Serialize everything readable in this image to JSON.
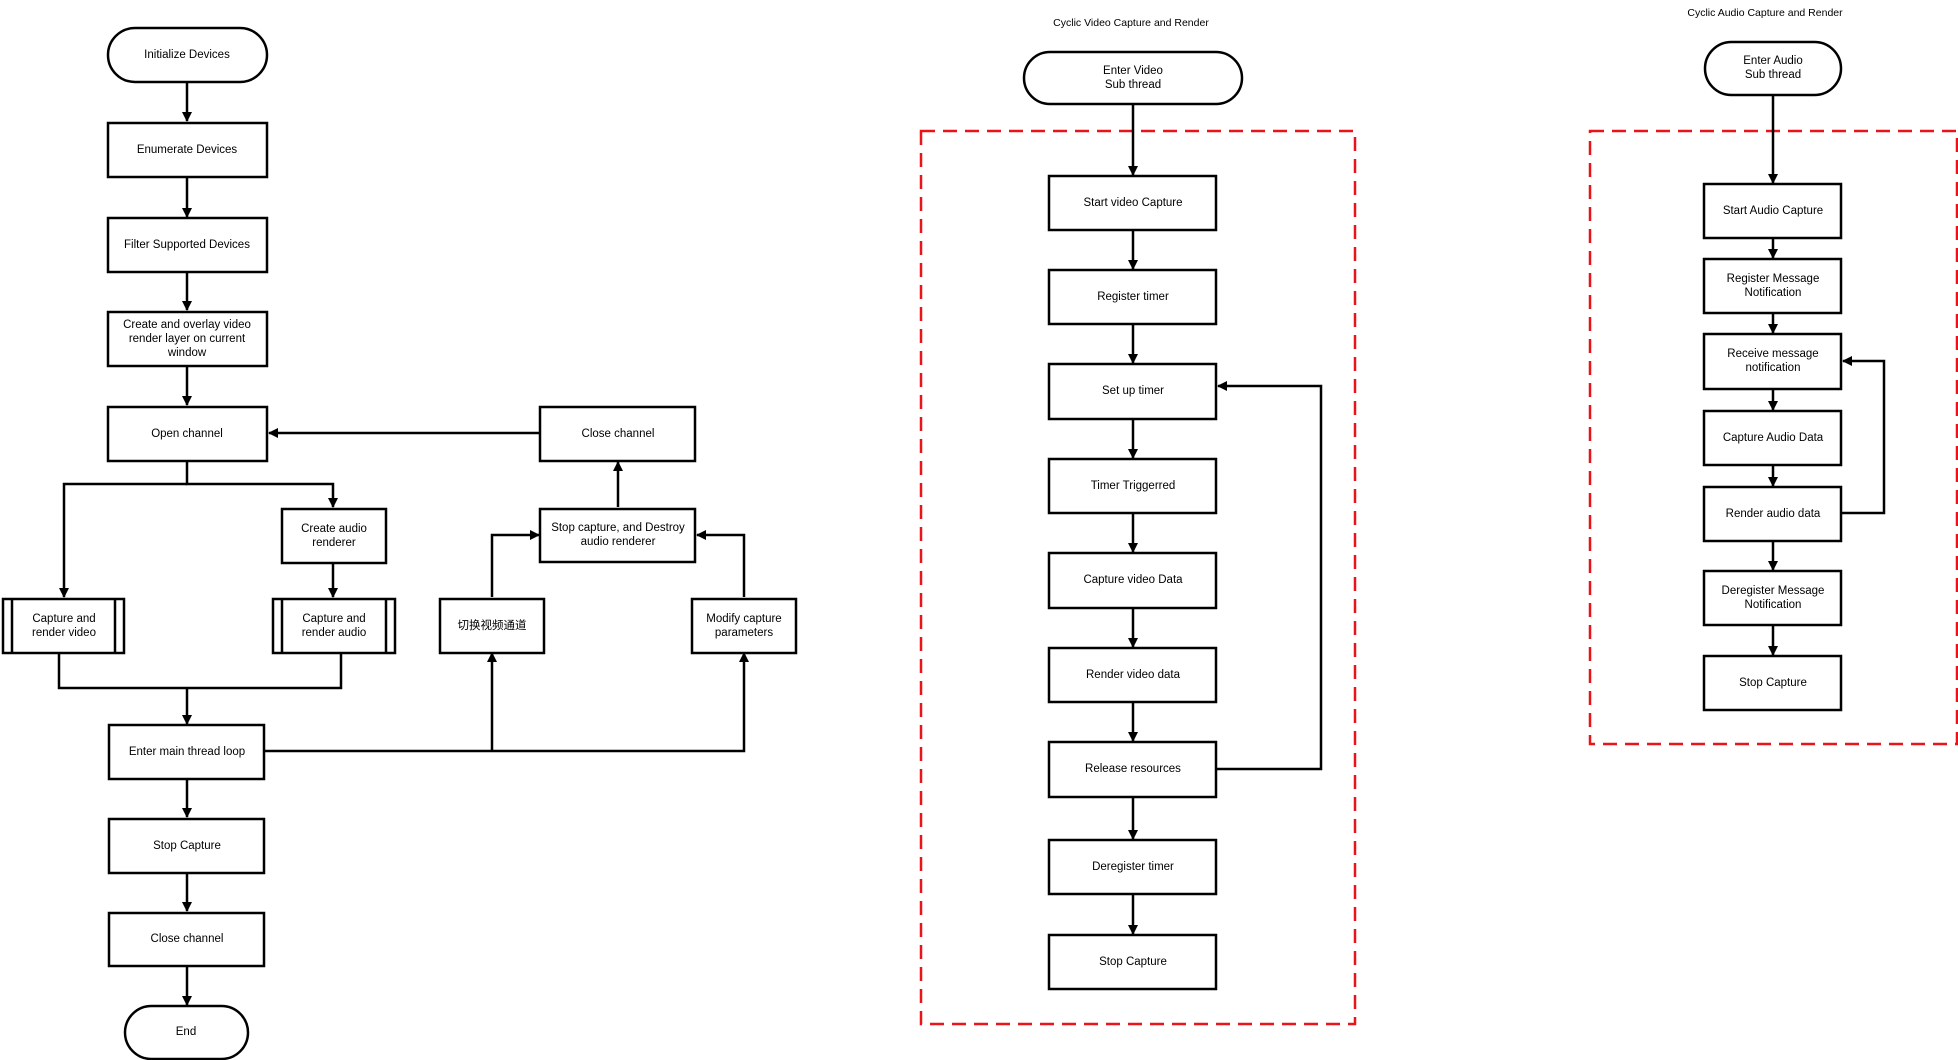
{
  "flow_main": {
    "nodes": {
      "init": "Initialize Devices",
      "enumerate": "Enumerate Devices",
      "filter": "Filter Supported Devices",
      "create_layer": "Create and overlay video\nrender layer on current\nwindow",
      "open_channel": "Open channel",
      "close_channel_top": "Close channel",
      "create_audio_renderer": "Create audio\nrenderer",
      "stop_destroy": "Stop capture, and Destroy\naudio renderer",
      "capture_render_video": "Capture and\nrender video",
      "capture_render_audio": "Capture and\nrender audio",
      "switch_channel": "切换视频通道",
      "modify_params": "Modify capture\nparameters",
      "main_loop": "Enter main thread loop",
      "stop_capture": "Stop Capture",
      "close_channel": "Close channel",
      "end": "End"
    }
  },
  "flow_video": {
    "title": "Cyclic Video Capture and Render",
    "nodes": {
      "enter": "Enter Video\nSub thread",
      "start": "Start video Capture",
      "register": "Register timer",
      "setup": "Set up  timer",
      "triggered": "Timer Triggerred",
      "capture": "Capture video Data",
      "render": "Render video data",
      "release": "Release resources",
      "deregister": "Deregister timer",
      "stop": "Stop Capture"
    }
  },
  "flow_audio": {
    "title": "Cyclic Audio Capture and Render",
    "nodes": {
      "enter": "Enter Audio\nSub thread",
      "start": "Start Audio Capture",
      "register": "Register Message\nNotification",
      "receive": "Receive message\nnotification",
      "capture": "Capture Audio Data",
      "render": "Render audio data",
      "deregister": "Deregister Message\nNotification",
      "stop": "Stop Capture"
    }
  },
  "colors": {
    "stroke": "#000000",
    "dashed_region": "#e8141a"
  }
}
